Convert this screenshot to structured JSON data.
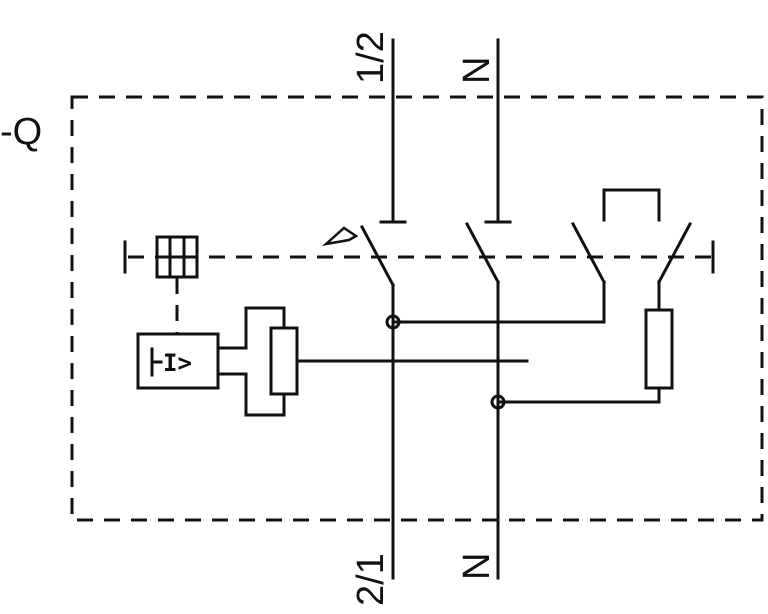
{
  "diagram": {
    "device_label": "-Q",
    "terminal_top_phase": "1/2",
    "terminal_top_neutral": "N",
    "terminal_bottom_phase": "2/1",
    "terminal_bottom_neutral": "N",
    "relay_symbol": "I>"
  }
}
